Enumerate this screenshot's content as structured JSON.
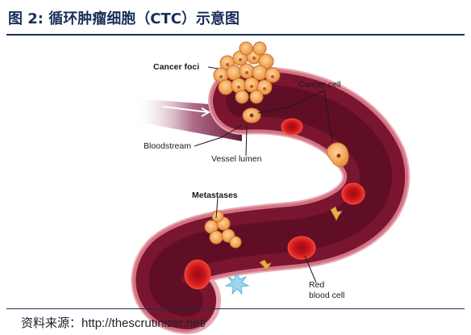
{
  "header": {
    "title": "图 2:  循环肿瘤细胞（CTC）示意图"
  },
  "labels": {
    "cancer_foci": "Cancer foci",
    "cancer_cell": "Cancer cell",
    "bloodstream": "Bloodstream",
    "vessel_lumen": "Vessel lumen",
    "metastases": "Metastases",
    "red_blood_cell_line1": "Red",
    "red_blood_cell_line2": "blood cell"
  },
  "footer": {
    "source_label": "资料来源：",
    "source_url": "http://thescrutinizer.net/"
  },
  "colors": {
    "vessel_wall": "#e9a7b1",
    "lumen_dark": "#4a0a1e",
    "lumen_mid": "#7a1530",
    "red_cell": "#d8141b",
    "cancer_cell": "#f2a75a",
    "title_color": "#1a2f5a"
  },
  "icons": [
    "blood-vessel",
    "cancer-cell",
    "red-blood-cell",
    "platelet",
    "white-blood-cell",
    "arrow"
  ]
}
